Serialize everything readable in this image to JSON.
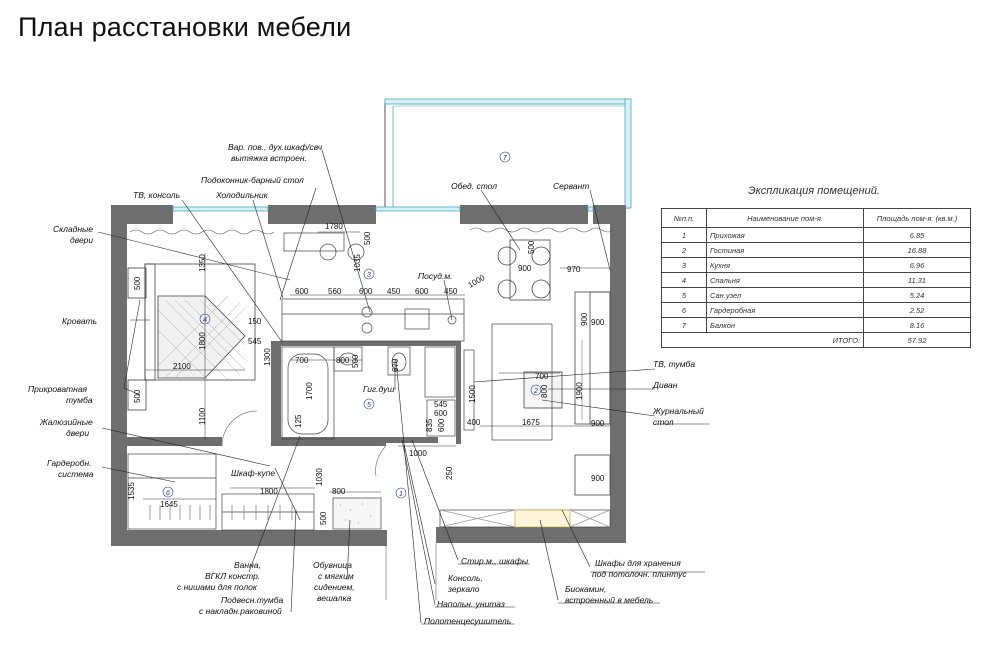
{
  "title": "План расстановки мебели",
  "explication": {
    "title": "Экспликация помещений.",
    "headers": [
      "№п.п.",
      "Наименование пом-я.",
      "Площадь пом-я. (кв.м.)"
    ],
    "rows": [
      [
        "1",
        "Прихожая",
        "6.85"
      ],
      [
        "2",
        "Гостиная",
        "16.88"
      ],
      [
        "3",
        "Кухня",
        "6.96"
      ],
      [
        "4",
        "Спальня",
        "11.31"
      ],
      [
        "5",
        "Сан.узел",
        "5.24"
      ],
      [
        "6",
        "Гардеробная",
        "2.52"
      ],
      [
        "7",
        "Балкон",
        "8.16"
      ]
    ],
    "total_label": "ИТОГО:",
    "total_value": "57.92"
  },
  "labels": {
    "oven": "Вар. пов., дух.шкаф/свч",
    "hood": "вытяжка встроен.",
    "bar": "Подоконник-барный стол",
    "fridge": "Холодильник",
    "tv_console": "ТВ, консоль",
    "folding_doors_1": "Складные",
    "folding_doors_2": "двери",
    "bed": "Кровать",
    "nightstand_1": "Прикроватная",
    "nightstand_2": "тумба",
    "louver_1": "Жалюзийные",
    "louver_2": "двери",
    "wardrobe_sys_1": "Гардеробн.",
    "wardrobe_sys_2": "система",
    "dining_table": "Обед. стол",
    "sideboard": "Сервант",
    "dishwasher": "Посуд.м.",
    "hyg_shower": "Гиг.душ",
    "sliding_wardrobe": "Шкаф-купе",
    "tv_stand": "ТВ, тумба",
    "sofa": "Диван",
    "coffee_table_1": "Журнальный",
    "coffee_table_2": "стол",
    "bath_1": "Ванна,",
    "bath_2": "ВГКЛ констр.",
    "bath_3": "с нишами для полок",
    "sink_1": "Подвесн.тумба",
    "sink_2": "с накладн.раковиной",
    "shoe_1": "Обувница",
    "shoe_2": "с мягким",
    "shoe_3": "сидением,",
    "shoe_4": "вешалка",
    "washer": "Стир.м., шкафы",
    "storage_1": "Шкафы для хранения",
    "storage_2": "под потолочн. плинтус",
    "console_1": "Консоль,",
    "console_2": "зеркало",
    "toilet": "Напольн. унитаз",
    "towel": "Полотенцесушитель",
    "fireplace_1": "Биокамин,",
    "fireplace_2": "встроенный в мебель"
  },
  "room_numbers": [
    "1",
    "2",
    "3",
    "4",
    "5",
    "6",
    "7"
  ],
  "dimensions": {
    "d1780": "1780",
    "d1035": "1035",
    "d500a": "500",
    "d600a": "600",
    "d560": "560",
    "d600b": "600",
    "d450a": "450",
    "d600c": "600",
    "d450b": "450",
    "d1000a": "1000",
    "d500b": "500",
    "d900a": "900",
    "d970": "970",
    "d500c": "500",
    "d1350": "1350",
    "d1800a": "1800",
    "d150": "150",
    "d545a": "545",
    "d1300": "1300",
    "d2100": "2100",
    "d500d": "500",
    "d1100": "1100",
    "d700a": "700",
    "d800a": "800",
    "d500e": "500",
    "d1700": "1700",
    "d125": "125",
    "d670": "670",
    "d1500": "1500",
    "d545b": "545",
    "d600d": "600",
    "d835": "835",
    "d600e": "600",
    "d400": "400",
    "d1675": "1675",
    "d700b": "700",
    "d800b": "800",
    "d900b": "900",
    "d1900": "1900",
    "d900c": "900",
    "d900d": "900",
    "d900e": "900",
    "d1000b": "1000",
    "d250": "250",
    "d1030": "1030",
    "d1800b": "1800",
    "d800c": "800",
    "d500f": "500",
    "d1535": "1535",
    "d1645": "1645"
  }
}
